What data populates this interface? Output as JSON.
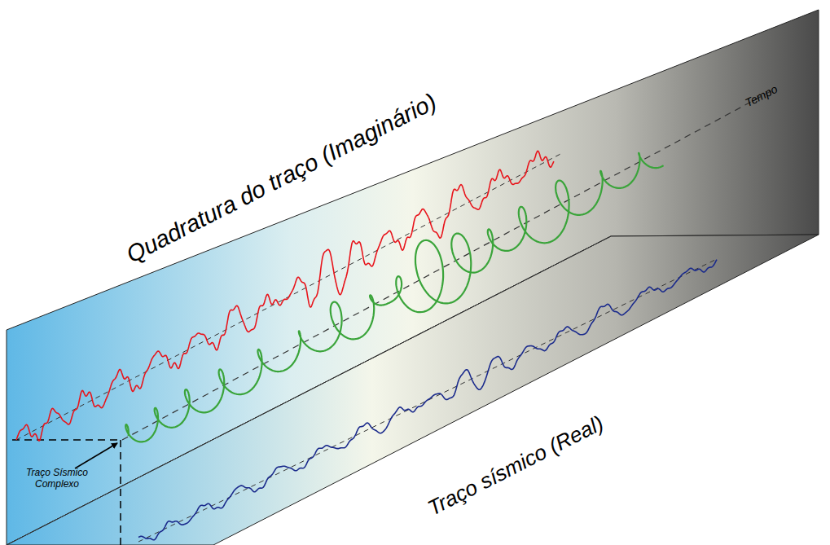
{
  "diagram": {
    "labels": [
      "Quadratura do traço (Imaginário)",
      "Tempo",
      "Traço sísmico (Real)",
      "Traço Sísmico Complexo"
    ]
  }
}
